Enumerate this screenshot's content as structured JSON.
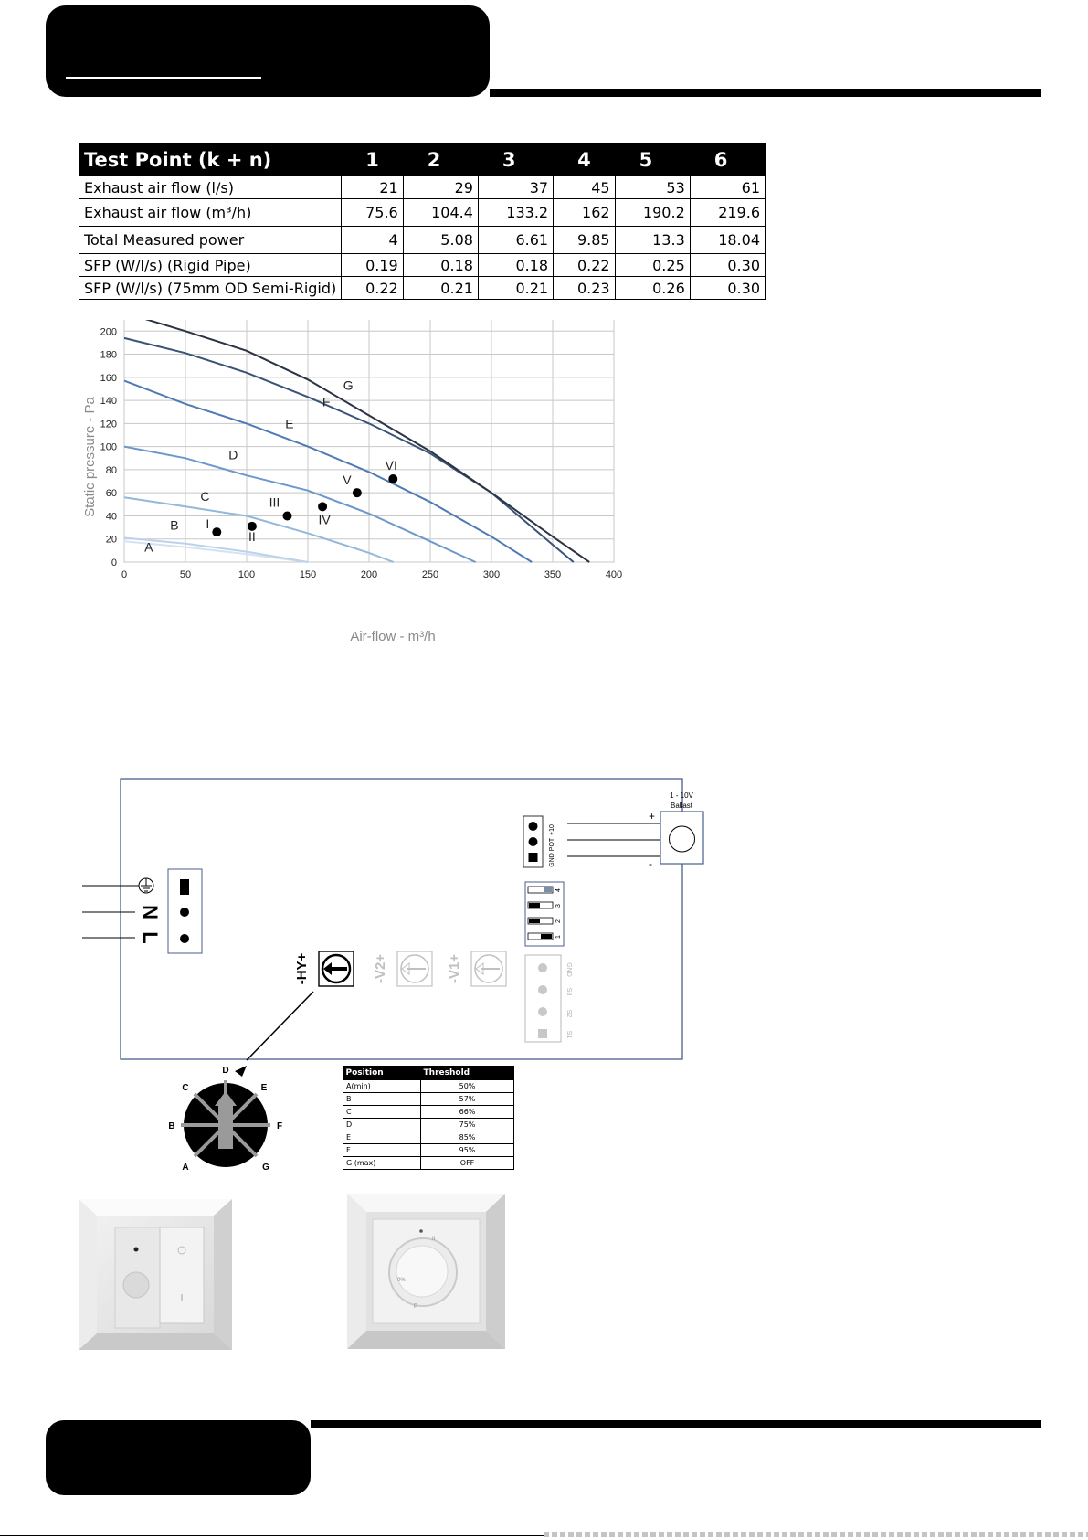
{
  "table": {
    "header": "Test Point (k + n)",
    "columns": [
      "1",
      "2",
      "3",
      "4",
      "5",
      "6"
    ],
    "rows": [
      {
        "label": "Exhaust air flow (l/s)",
        "values": [
          "21",
          "29",
          "37",
          "45",
          "53",
          "61"
        ]
      },
      {
        "label": "Exhaust air flow (m³/h)",
        "values": [
          "75.6",
          "104.4",
          "133.2",
          "162",
          "190.2",
          "219.6"
        ]
      },
      {
        "label": "Total Measured power",
        "values": [
          "4",
          "5.08",
          "6.61",
          "9.85",
          "13.3",
          "18.04"
        ]
      },
      {
        "label": "SFP (W/l/s) (Rigid Pipe)",
        "values": [
          "0.19",
          "0.18",
          "0.18",
          "0.22",
          "0.25",
          "0.30"
        ]
      },
      {
        "label": "SFP (W/l/s) (75mm OD Semi-Rigid)",
        "values": [
          "0.22",
          "0.21",
          "0.21",
          "0.23",
          "0.26",
          "0.30"
        ]
      }
    ]
  },
  "chart_data": {
    "type": "line",
    "xlabel": "Air-flow - m³/h",
    "ylabel": "Static pressure - Pa",
    "xlim": [
      0,
      400
    ],
    "ylim": [
      0,
      220
    ],
    "xticks": [
      0,
      50,
      100,
      150,
      200,
      250,
      300,
      350,
      400
    ],
    "yticks": [
      0,
      20,
      40,
      60,
      80,
      100,
      120,
      140,
      160,
      180,
      200,
      220
    ],
    "grid": true,
    "series": [
      {
        "name": "A",
        "color": "#d5e2f0",
        "x": [
          0,
          50,
          100,
          150
        ],
        "y": [
          18,
          13,
          7,
          0
        ],
        "label_at": [
          20,
          9
        ]
      },
      {
        "name": "B",
        "color": "#bcd2ea",
        "x": [
          0,
          50,
          100,
          150
        ],
        "y": [
          21,
          16,
          9,
          0
        ],
        "label_at": [
          41,
          28
        ]
      },
      {
        "name": "C",
        "color": "#94b8dc",
        "x": [
          0,
          50,
          100,
          150,
          200,
          220
        ],
        "y": [
          56,
          48,
          40,
          25,
          8,
          0
        ],
        "label_at": [
          66,
          53
        ]
      },
      {
        "name": "D",
        "color": "#6c98cb",
        "x": [
          0,
          50,
          100,
          150,
          200,
          250,
          287
        ],
        "y": [
          100,
          90,
          75,
          62,
          42,
          18,
          0
        ],
        "label_at": [
          89,
          89
        ]
      },
      {
        "name": "E",
        "color": "#4f7bb4",
        "x": [
          0,
          50,
          100,
          150,
          200,
          250,
          300,
          333
        ],
        "y": [
          157,
          137,
          120,
          100,
          78,
          52,
          22,
          0
        ],
        "label_at": [
          135,
          116
        ]
      },
      {
        "name": "F",
        "color": "#3a5378",
        "x": [
          0,
          50,
          100,
          150,
          200,
          250,
          300,
          350,
          367
        ],
        "y": [
          194,
          181,
          164,
          143,
          120,
          94,
          60,
          15,
          0
        ],
        "label_at": [
          165,
          135
        ]
      },
      {
        "name": "G",
        "color": "#2b3444",
        "x": [
          0,
          50,
          100,
          150,
          200,
          250,
          300,
          350,
          380
        ],
        "y": [
          216,
          200,
          183,
          158,
          127,
          96,
          60,
          22,
          0
        ],
        "label_at": [
          183,
          149
        ]
      }
    ],
    "points": [
      {
        "name": "I",
        "x": 75.6,
        "y": 26
      },
      {
        "name": "II",
        "x": 104.4,
        "y": 31
      },
      {
        "name": "III",
        "x": 133.2,
        "y": 40
      },
      {
        "name": "IV",
        "x": 162,
        "y": 48
      },
      {
        "name": "V",
        "x": 190.2,
        "y": 60
      },
      {
        "name": "VI",
        "x": 219.6,
        "y": 72
      }
    ]
  },
  "wiring": {
    "ballast_label_1": "1 - 10V",
    "ballast_label_2": "Ballast",
    "plus": "+",
    "minus": "-",
    "pins_top": [
      "+10",
      "POT",
      "GND"
    ],
    "dip_numbers": [
      "4",
      "3",
      "2",
      "1"
    ],
    "sensor_pins": [
      "GND",
      "S3",
      "S2",
      "S1"
    ],
    "mains": [
      "N",
      "L"
    ],
    "pot_main": "-HY+",
    "pot_v2": "-V2+",
    "pot_v1": "-V1+"
  },
  "dial": {
    "letters": [
      "A",
      "B",
      "C",
      "D",
      "E",
      "F",
      "G"
    ]
  },
  "thresholds": {
    "headers": [
      "Position",
      "Threshold"
    ],
    "rows": [
      {
        "position": "A(min)",
        "threshold": "50%"
      },
      {
        "position": "B",
        "threshold": "57%"
      },
      {
        "position": "C",
        "threshold": "66%"
      },
      {
        "position": "D",
        "threshold": "75%"
      },
      {
        "position": "E",
        "threshold": "85%"
      },
      {
        "position": "F",
        "threshold": "95%"
      },
      {
        "position": "G (max)",
        "threshold": "OFF"
      }
    ]
  }
}
